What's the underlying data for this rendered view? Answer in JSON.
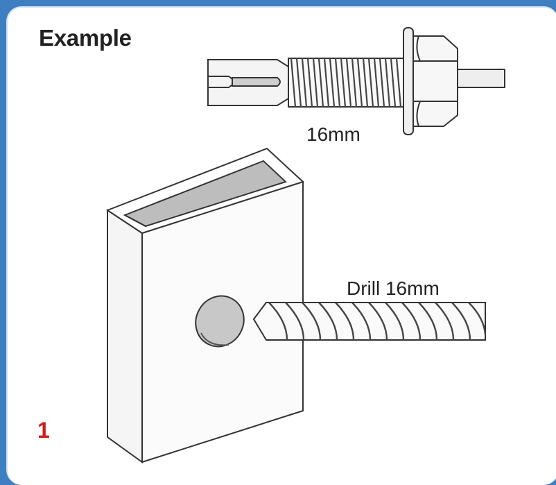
{
  "panel": {
    "title": "Example",
    "step_number": "1",
    "frame_color": "#3d7fc1",
    "step_color": "#cc1f1f"
  },
  "anchor_bolt": {
    "icon": "expansion-anchor-bolt-icon",
    "size_label": "16mm"
  },
  "post": {
    "icon": "hollow-rectangular-post-icon"
  },
  "drill": {
    "icon": "drill-bit-icon",
    "label": "Drill 16mm"
  }
}
